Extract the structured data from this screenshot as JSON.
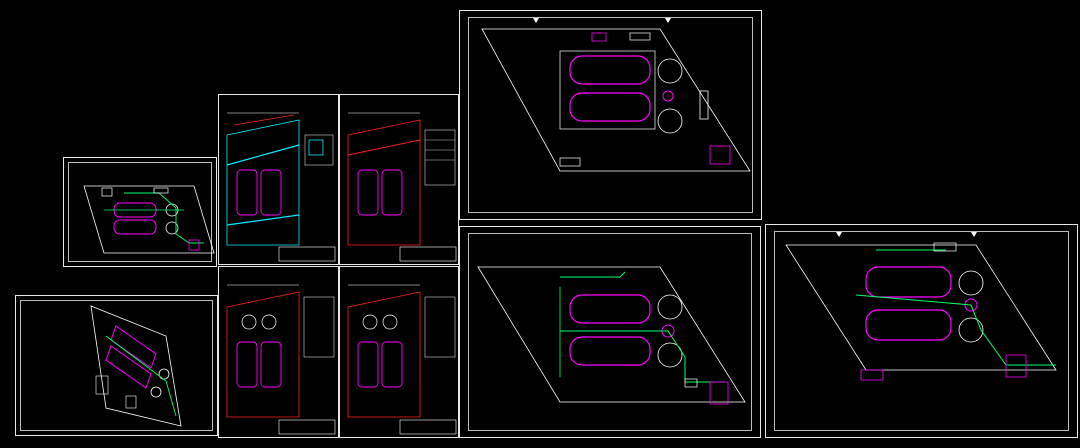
{
  "workspace": {
    "title": "",
    "background": "#000000",
    "colors": {
      "frame": "#ffffff",
      "outline": "#ffffff",
      "tank": "#ff00ff",
      "pipe": "#00ff66",
      "red": "#ff2020",
      "cyan": "#00e5ff",
      "yellow": "#ffff00"
    }
  },
  "sheets": [
    {
      "id": "s1",
      "kind": "site-plan-small"
    },
    {
      "id": "s2",
      "kind": "site-plan-rotated"
    },
    {
      "id": "s3",
      "kind": "detail-sheet-cyan"
    },
    {
      "id": "s4",
      "kind": "detail-sheet-red"
    },
    {
      "id": "s5",
      "kind": "detail-sheet-red"
    },
    {
      "id": "s6",
      "kind": "detail-sheet-red"
    },
    {
      "id": "s7",
      "kind": "site-plan-large"
    },
    {
      "id": "s8",
      "kind": "site-plan-large"
    },
    {
      "id": "s9",
      "kind": "site-plan-large"
    }
  ]
}
